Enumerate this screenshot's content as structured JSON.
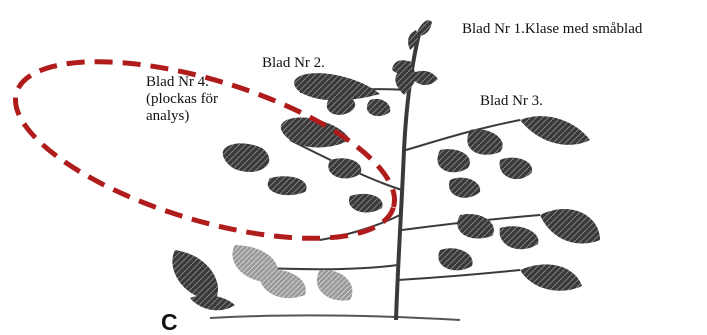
{
  "diagram": {
    "labels": {
      "leaf_1": "Blad Nr 1.Klase med småblad",
      "leaf_2": "Blad Nr 2.",
      "leaf_3": "Blad Nr 3.",
      "leaf_4": [
        "Blad Nr 4.",
        "(plockas för",
        "analys)"
      ]
    },
    "panel_letter": "C",
    "highlight": {
      "shape": "dashed-ellipse",
      "color": "#b01c1c",
      "marks": "leaf_4"
    },
    "leaf_color": "#2b2b2b",
    "stem_color": "#3a3a3a"
  }
}
